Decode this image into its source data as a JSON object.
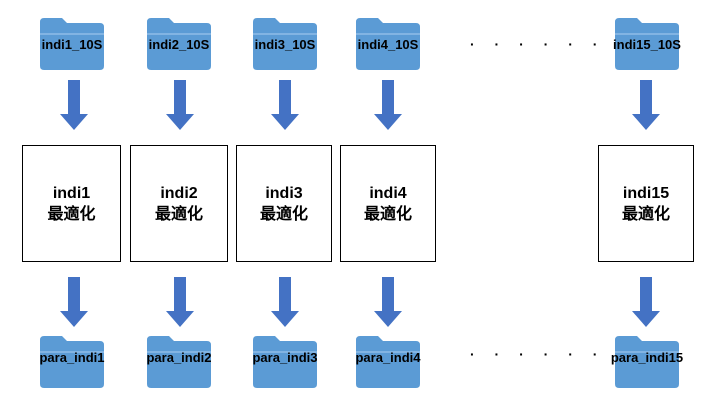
{
  "columns": [
    {
      "input_folder": "indi1_10S",
      "process_name": "indi1",
      "process_action": "最適化",
      "output_folder": "para_indi1"
    },
    {
      "input_folder": "indi2_10S",
      "process_name": "indi2",
      "process_action": "最適化",
      "output_folder": "para_indi2"
    },
    {
      "input_folder": "indi3_10S",
      "process_name": "indi3",
      "process_action": "最適化",
      "output_folder": "para_indi3"
    },
    {
      "input_folder": "indi4_10S",
      "process_name": "indi4",
      "process_action": "最適化",
      "output_folder": "para_indi4"
    },
    {
      "input_folder": "indi15_10S",
      "process_name": "indi15",
      "process_action": "最適化",
      "output_folder": "para_indi15"
    }
  ],
  "ellipsis_top": "· · · · · · ·",
  "ellipsis_bottom": "· · · · · · ·",
  "colors": {
    "folder": "#5b9bd5",
    "folder_light": "#7fb3e3",
    "arrow": "#4472c4"
  }
}
